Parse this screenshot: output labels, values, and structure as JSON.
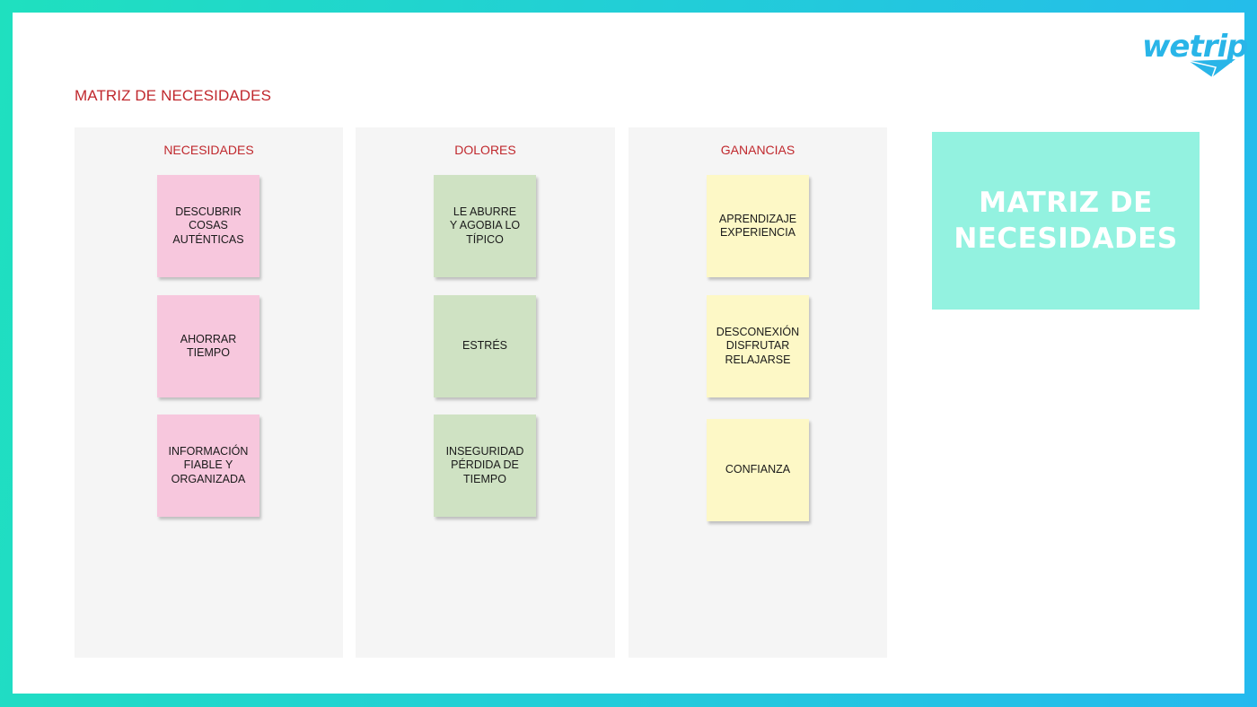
{
  "page": {
    "title": "MATRIZ DE NECESIDADES"
  },
  "logo": {
    "text": "wetrip",
    "color": "#29b5e8"
  },
  "columns": [
    {
      "header": "NECESIDADES",
      "notes": [
        "DESCUBRIR\nCOSAS\nAUTÉNTICAS",
        "AHORRAR\nTIEMPO",
        "INFORMACIÓN\nFIABLE Y\nORGANIZADA"
      ],
      "note_color": "#f7c7dd"
    },
    {
      "header": "DOLORES",
      "notes": [
        "LE ABURRE\nY AGOBIA LO\nTÍPICO",
        "ESTRÉS",
        "INSEGURIDAD\nPÉRDIDA DE\nTIEMPO"
      ],
      "note_color": "#cfe2c3"
    },
    {
      "header": "GANANCIAS",
      "notes": [
        "APRENDIZAJE\nEXPERIENCIA",
        "DESCONEXIÓN\nDISFRUTAR\nRELAJARSE",
        "CONFIANZA"
      ],
      "note_color": "#fdf8c6"
    }
  ],
  "hero": {
    "text": "MATRIZ DE\nNECESIDADES",
    "color": "#93f2e0"
  },
  "colors": {
    "accent": "#c0282d",
    "frame_start": "#1fe0bf",
    "frame_end": "#25b9ee"
  }
}
